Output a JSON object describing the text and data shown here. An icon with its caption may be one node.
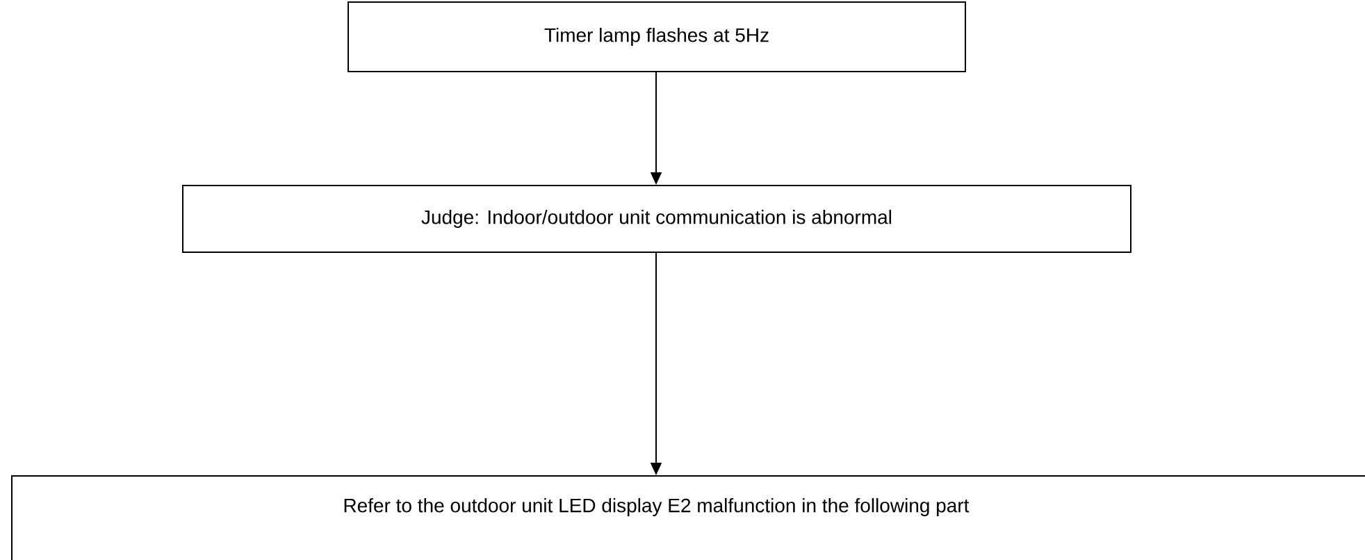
{
  "diagram": {
    "nodes": [
      {
        "text": [
          "Timer lamp flashes at 5Hz"
        ]
      },
      {
        "text": [
          "Judge: Indoor/outdoor unit communication is abnormal"
        ]
      },
      {
        "text": [
          "Refer to the outdoor unit LED display E2 malfunction in the following part"
        ]
      }
    ],
    "edges": [
      {
        "from": 0,
        "to": 1,
        "arrow": "to"
      },
      {
        "from": 1,
        "to": 2,
        "arrow": "to"
      }
    ]
  }
}
